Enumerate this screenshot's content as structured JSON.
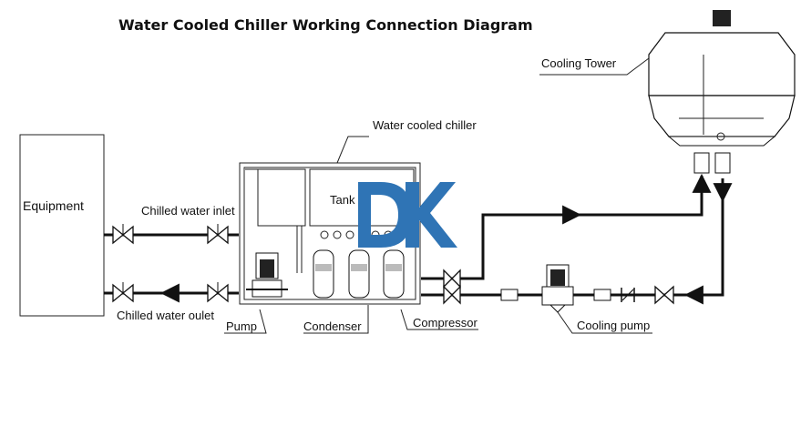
{
  "diagram": {
    "title": "Water Cooled Chiller Working Connection Diagram",
    "labels": {
      "equipment": "Equipment",
      "chilled_water_inlet": "Chilled water inlet",
      "chilled_water_outlet": "Chilled water oulet",
      "water_cooled_chiller": "Water cooled chiller",
      "tank": "Tank",
      "pump": "Pump",
      "condenser": "Condenser",
      "compressor": "Compressor",
      "cooling_pump": "Cooling pump",
      "cooling_tower": "Cooling Tower"
    },
    "logo_text": "DK",
    "colors": {
      "logo": "#2f74b5",
      "line": "#111111"
    }
  }
}
